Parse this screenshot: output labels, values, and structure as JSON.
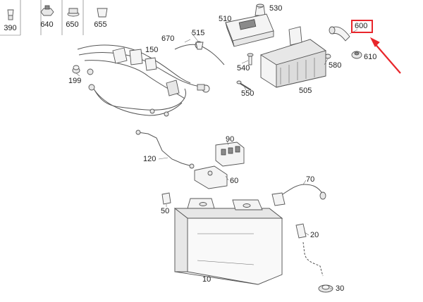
{
  "legend_cells": [
    {
      "label": "390",
      "icon": "cable-tie-icon"
    },
    {
      "label": "640",
      "icon": "hex-nut-icon"
    },
    {
      "label": "650",
      "icon": "flange-nut-icon"
    },
    {
      "label": "655",
      "icon": "sleeve-icon"
    }
  ],
  "callouts": {
    "p510": "510",
    "p530": "530",
    "p600": "600",
    "p670": "670",
    "p515": "515",
    "p150": "150",
    "p610": "610",
    "p540": "540",
    "p580": "580",
    "p199": "199",
    "p505": "505",
    "p550": "550",
    "p90": "90",
    "p120": "120",
    "p60": "60",
    "p70": "70",
    "p50": "50",
    "p20": "20",
    "p10": "10",
    "p30": "30"
  },
  "highlighted_part": "600",
  "colors": {
    "highlight": "#e8262b",
    "line": "#555555",
    "fill": "#f4f4f4"
  }
}
